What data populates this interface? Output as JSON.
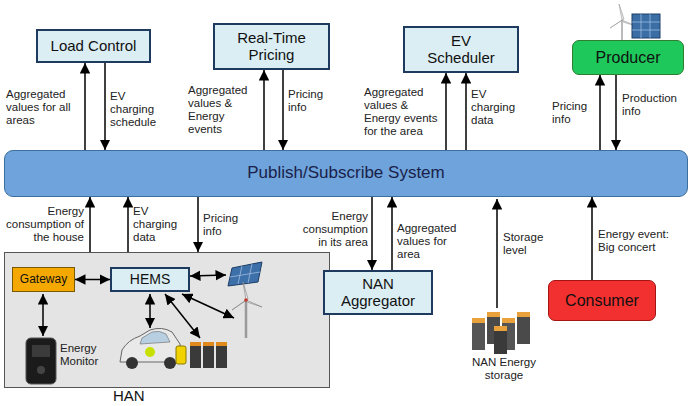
{
  "diagram": {
    "nodes": [
      {
        "text": [
          "Load Control"
        ]
      },
      {
        "text": [
          "Real-Time Pricing"
        ]
      },
      {
        "text": [
          "EV Scheduler"
        ]
      },
      {
        "text": [
          "Producer"
        ]
      },
      {
        "text": [
          "Publish/Subscribe System"
        ]
      },
      {
        "text": [
          "HAN"
        ]
      },
      {
        "text": [
          "Gateway"
        ],
        "in": 5
      },
      {
        "text": [
          "HEMS"
        ],
        "in": 5
      },
      {
        "text": [
          "NAN Aggregator"
        ]
      },
      {
        "text": [
          "Consumer"
        ]
      }
    ],
    "edges": [
      {
        "from": 4,
        "to": 0,
        "arrow": "to",
        "label": "Aggregated values for all areas"
      },
      {
        "from": 0,
        "to": 4,
        "arrow": "to",
        "label": "EV charging schedule"
      },
      {
        "from": 4,
        "to": 1,
        "arrow": "to",
        "label": "Aggregated values & Energy events"
      },
      {
        "from": 1,
        "to": 4,
        "arrow": "to",
        "label": "Pricing info"
      },
      {
        "from": 4,
        "to": 2,
        "arrow": "to",
        "label": "Aggregated values & Energy events for the area"
      },
      {
        "from": 4,
        "to": 2,
        "arrow": "to",
        "label": "EV charging data"
      },
      {
        "from": 4,
        "to": 3,
        "arrow": "to",
        "label": "Pricing info"
      },
      {
        "from": 3,
        "to": 4,
        "arrow": "to",
        "label": "Production info"
      },
      {
        "from": 5,
        "to": 4,
        "arrow": "to",
        "label": "Energy consumption of the house"
      },
      {
        "from": 5,
        "to": 4,
        "arrow": "to",
        "label": "EV charging data"
      },
      {
        "from": 4,
        "to": 5,
        "arrow": "to",
        "label": "Pricing info"
      },
      {
        "from": 4,
        "to": 8,
        "arrow": "to",
        "label": "Energy consumption in its area"
      },
      {
        "from": 8,
        "to": 4,
        "arrow": "to",
        "label": "Aggregated values for area"
      },
      {
        "from": 9,
        "to": 4,
        "arrow": "to",
        "label": "Energy event: Big concert"
      },
      {
        "from": 6,
        "to": 7,
        "arrow": "both"
      }
    ],
    "labels": [
      "Storage level",
      "Energy Monitor",
      "NAN Energy storage"
    ]
  }
}
